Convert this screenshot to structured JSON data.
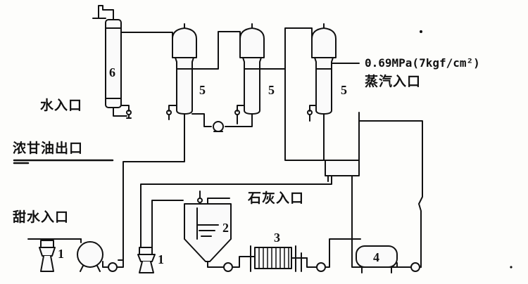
{
  "labels": {
    "water_inlet": "水入口",
    "concentrated_glycerin_outlet": "浓甘油出口",
    "sweet_water_inlet": "甜水入口",
    "lime_inlet": "石灰入口",
    "steam_pressure": "0.69MPa(7kgf/cm²)",
    "steam_inlet": "蒸汽入口"
  },
  "equipment_numbers": {
    "tank_1a": "1",
    "tank_1b": "1",
    "settler": "2",
    "filter_press": "3",
    "storage_tank": "4",
    "evaporator_1": "5",
    "evaporator_2": "5",
    "evaporator_3": "5",
    "condenser": "6"
  }
}
